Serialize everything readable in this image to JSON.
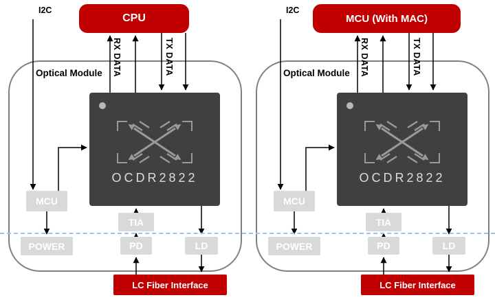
{
  "diagrams": [
    {
      "host": "CPU",
      "i2c": "I2C",
      "rx": "RX DATA",
      "tx": "TX DATA",
      "module": "Optical Module",
      "chip": "OCDR2822",
      "mcu": "MCU",
      "power": "POWER",
      "tia": "TIA",
      "pd": "PD",
      "ld": "LD",
      "fiber": "LC Fiber Interface"
    },
    {
      "host": "MCU (With MAC)",
      "i2c": "I2C",
      "rx": "RX DATA",
      "tx": "TX DATA",
      "module": "Optical Module",
      "chip": "OCDR2822",
      "mcu": "MCU",
      "power": "POWER",
      "tia": "TIA",
      "pd": "PD",
      "ld": "LD",
      "fiber": "LC Fiber Interface"
    }
  ],
  "icons": {
    "chip_logo": "crossed-arrows-logo",
    "chip_dot": "pin1-marker-dot"
  },
  "colors": {
    "accent_red": "#c00000",
    "chip_dark": "#404040",
    "block_gray": "#d9d9d9",
    "outline_gray": "#808080",
    "divider_blue": "#9dc3e6"
  }
}
